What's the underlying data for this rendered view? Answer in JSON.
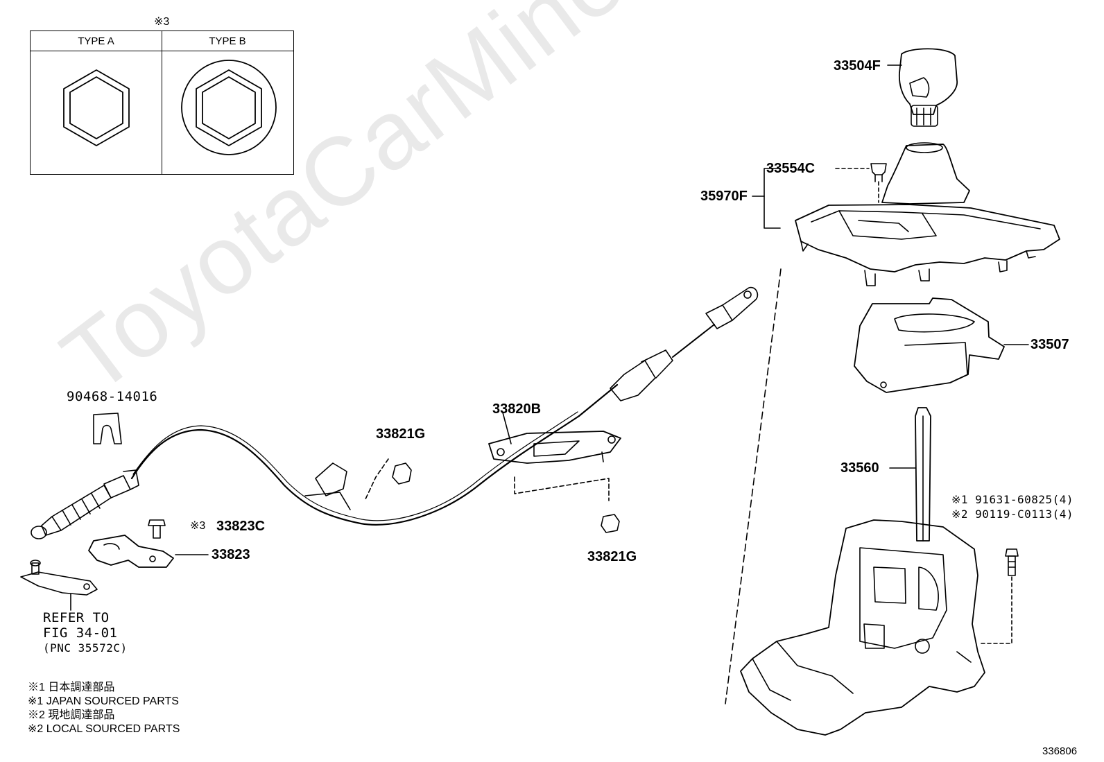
{
  "watermark": "ToyotaCarMine.ru",
  "legend": {
    "mark": "※3",
    "type_a": "TYPE A",
    "type_b": "TYPE B"
  },
  "parts": {
    "p33504F": "33504F",
    "p33554C": "33554C",
    "p35970F": "35970F",
    "p33507": "33507",
    "p33560": "33560",
    "p91631": "※1  91631-60825(4)",
    "p90119": "※2  90119-C0113(4)",
    "p90468": "90468-14016",
    "p33820B": "33820B",
    "p33821G_top": "33821G",
    "p33821G_bottom": "33821G",
    "p33823C_mark": "※3",
    "p33823C": "33823C",
    "p33823": "33823"
  },
  "refer": {
    "line1": "REFER TO",
    "line2": "FIG 34-01",
    "line3": "(PNC 35572C)"
  },
  "footnotes": [
    "※1  日本調達部品",
    "※1  JAPAN SOURCED PARTS",
    "※2  現地調達部品",
    "※2  LOCAL SOURCED PARTS"
  ],
  "figure_number": "336806"
}
